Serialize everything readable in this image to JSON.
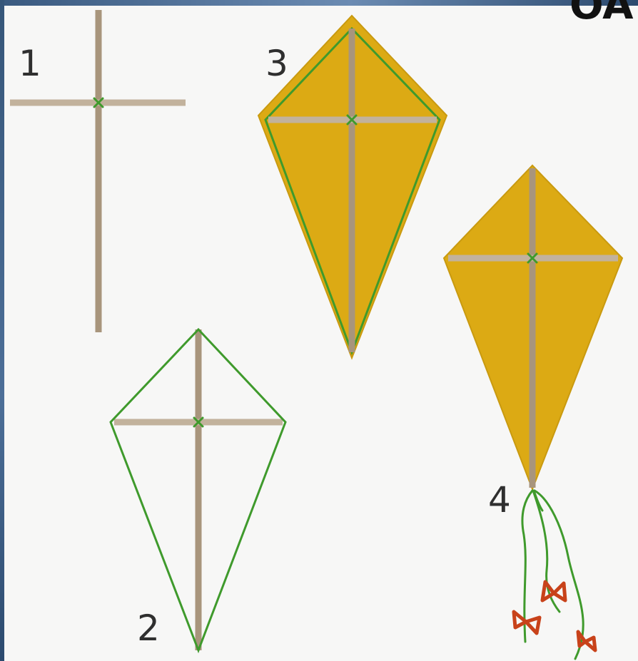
{
  "steps": [
    {
      "number": "1"
    },
    {
      "number": "2"
    },
    {
      "number": "3"
    },
    {
      "number": "4"
    }
  ],
  "corner_text": "OA",
  "colors": {
    "frame": "#3f5f86",
    "background": "#f7f7f6",
    "stick_vertical": "#a8957c",
    "stick_horizontal": "#c2b29c",
    "outline": "#3f9a2c",
    "sail": "#dcaa14",
    "sail_edge": "#c99a10",
    "bow": "#c8421a",
    "cross_mark": "#3f9a2c"
  },
  "icons": [
    "cross-mark-icon",
    "bow-icon"
  ]
}
